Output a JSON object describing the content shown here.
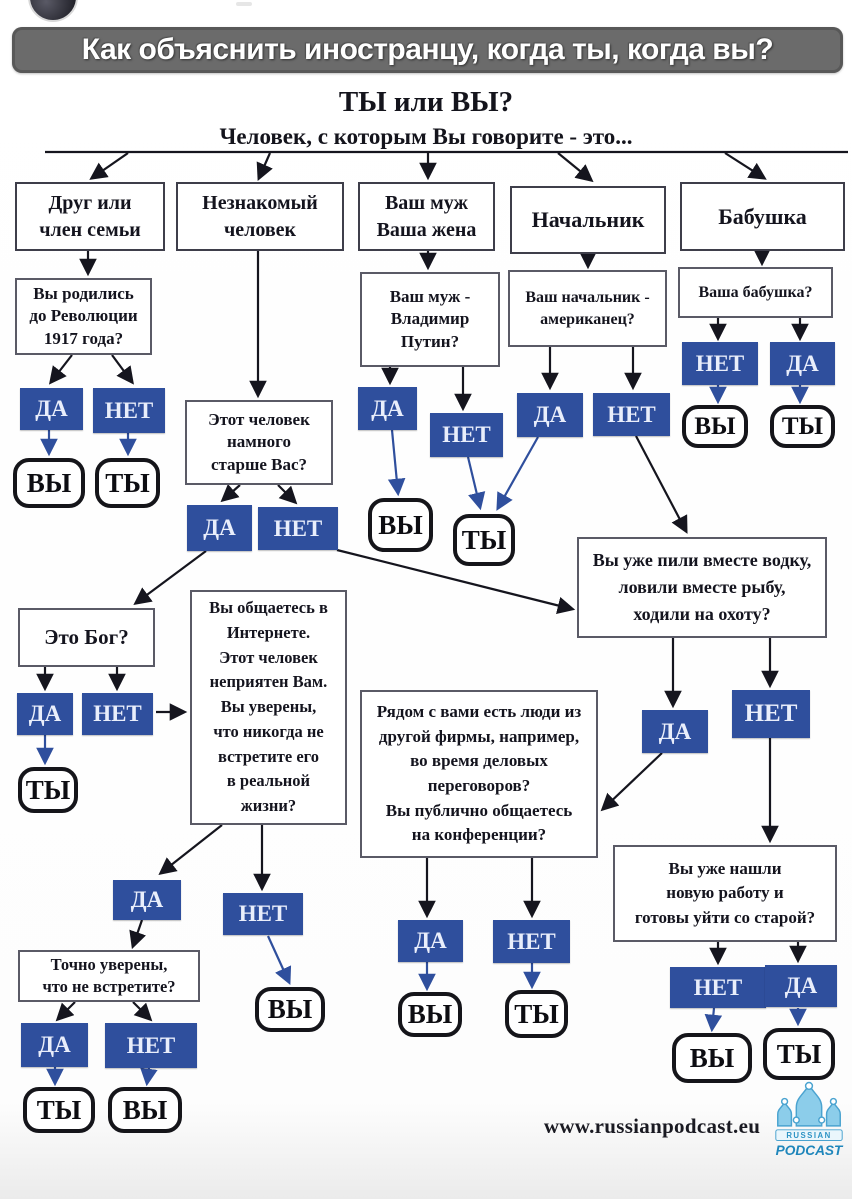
{
  "banner": {
    "text": "Как объяснить иностранцу, когда ты, когда вы?"
  },
  "chart": {
    "title": "ТЫ или ВЫ?",
    "subtitle": "Человек, с которым Вы говорите - это..."
  },
  "labels": {
    "yes": "ДА",
    "no": "НЕТ",
    "informal": "ТЫ",
    "formal": "ВЫ"
  },
  "categories": {
    "friend": "Друг или\nчлен семьи",
    "stranger": "Незнакомый\nчеловек",
    "spouse": "Ваш муж\nВаша жена",
    "boss": "Начальник",
    "grandma": "Бабушка"
  },
  "questions": {
    "revolution": "Вы родились\nдо Революции\n1917 года?",
    "older": "Этот человек\nнамного\nстарше Вас?",
    "putin": "Ваш муж -\nВладимир\nПутин?",
    "american": "Ваш начальник -\nамериканец?",
    "grandma_q": "Ваша бабушка?",
    "god": "Это Бог?",
    "internet": "Вы общаетесь в\nИнтернете.\nЭтот человек\nнеприятен Вам.\nВы уверены,\nчто никогда не\nвстретите его\nв реальной\nжизни?",
    "vodka": "Вы уже пили вместе водку,\nловили вместе рыбу,\nходили на охоту?",
    "conference": "Рядом с вами есть люди из\nдругой фирмы, например,\nво время деловых\nпереговоров?\nВы публично общаетесь\nна конференции?",
    "new_job": "Вы уже нашли\nновую работу и\nготовы уйти со старой?",
    "sure_not_meet": "Точно уверены,\nчто не встретите?"
  },
  "footer": {
    "website": "www.russianpodcast.eu",
    "logo_top": "RUSSIAN",
    "logo_bottom": "PODCAST"
  },
  "colors": {
    "decision_blue": "#2f4f9d",
    "banner_gray": "#6b6b6b",
    "arrow_black": "#15151e"
  }
}
